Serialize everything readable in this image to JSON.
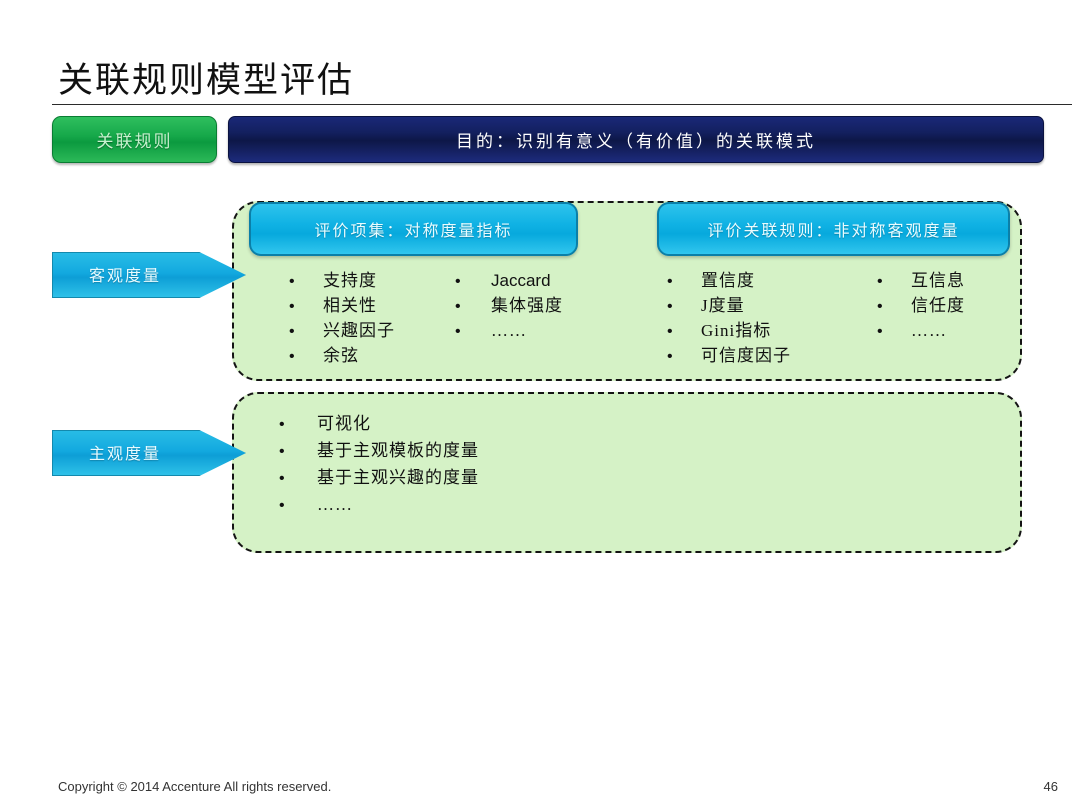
{
  "slide": {
    "title": "关联规则模型评估",
    "topic_tab": "关联规则",
    "purpose_banner": "目的：识别有意义（有价值）的关联模式",
    "page_number": "46",
    "copyright": "Copyright © 2014  Accenture  All rights reserved."
  },
  "callouts": {
    "objective": "客观度量",
    "subjective": "主观度量"
  },
  "sections": {
    "objective": {
      "headers": {
        "itemset": "评价项集：对称度量指标",
        "rules": "评价关联规则：非对称客观度量"
      },
      "itemset_col1": [
        "支持度",
        "相关性",
        "兴趣因子",
        "余弦"
      ],
      "itemset_col2": [
        "Jaccard",
        "集体强度",
        "……"
      ],
      "rules_col1": [
        "置信度",
        "J度量",
        "Gini指标",
        "可信度因子"
      ],
      "rules_col2": [
        "互信息",
        "信任度",
        "……"
      ]
    },
    "subjective": {
      "items": [
        "可视化",
        "基于主观模板的度量",
        "基于主观兴趣的度量",
        "……"
      ]
    }
  },
  "icons": {
    "bullet": "•"
  },
  "colors": {
    "panel_green": "#d5f2c6",
    "header_cyan": "#10b2e4",
    "banner_blue": "#13205f",
    "tab_green": "#16a84a"
  }
}
